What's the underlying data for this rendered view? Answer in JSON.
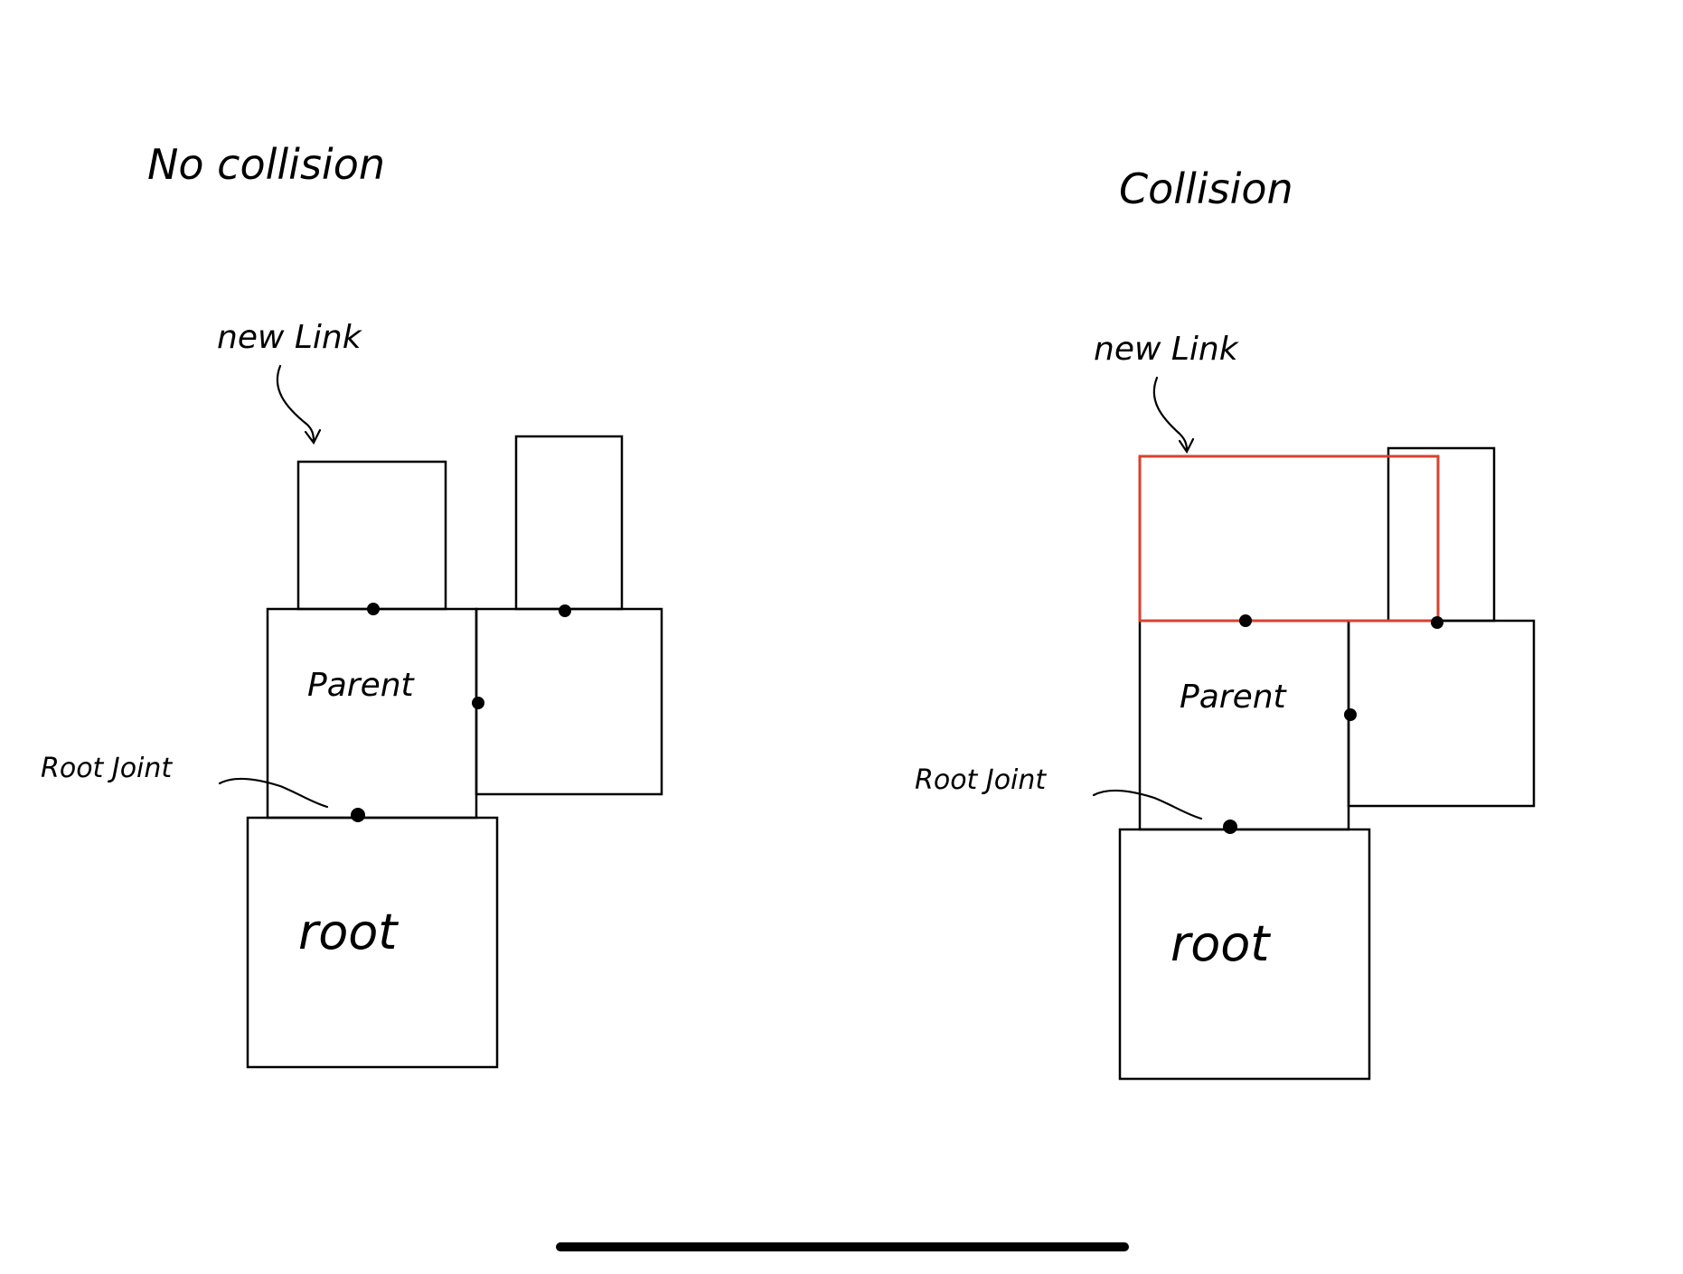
{
  "colors": {
    "ink": "#000000",
    "collision_highlight": "#d9412f",
    "background": "#ffffff"
  },
  "panels": [
    {
      "title": "No collision",
      "new_link_label": "new Link",
      "parent_label": "Parent",
      "root_joint_label": "Root Joint",
      "root_label": "root",
      "collision": false
    },
    {
      "title": "Collision",
      "new_link_label": "new Link",
      "parent_label": "Parent",
      "root_joint_label": "Root Joint",
      "root_label": "root",
      "collision": true
    }
  ]
}
